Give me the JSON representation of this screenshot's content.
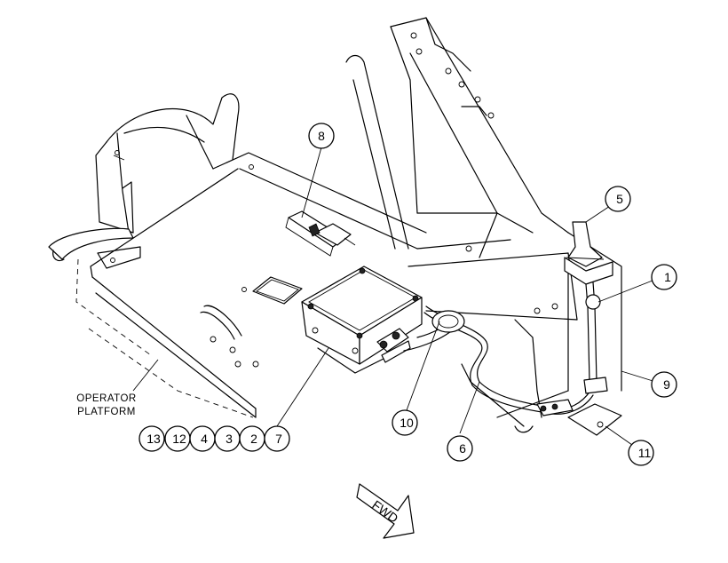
{
  "platform_label": {
    "line1": "OPERATOR",
    "line2": "PLATFORM"
  },
  "direction_label": "FWD",
  "callouts": {
    "c8": "8",
    "c5": "5",
    "c1": "1",
    "c9": "9",
    "c10": "10",
    "c6": "6",
    "c11": "11",
    "c13": "13",
    "c12": "12",
    "c4": "4",
    "c3": "3",
    "c2": "2",
    "c7": "7"
  }
}
